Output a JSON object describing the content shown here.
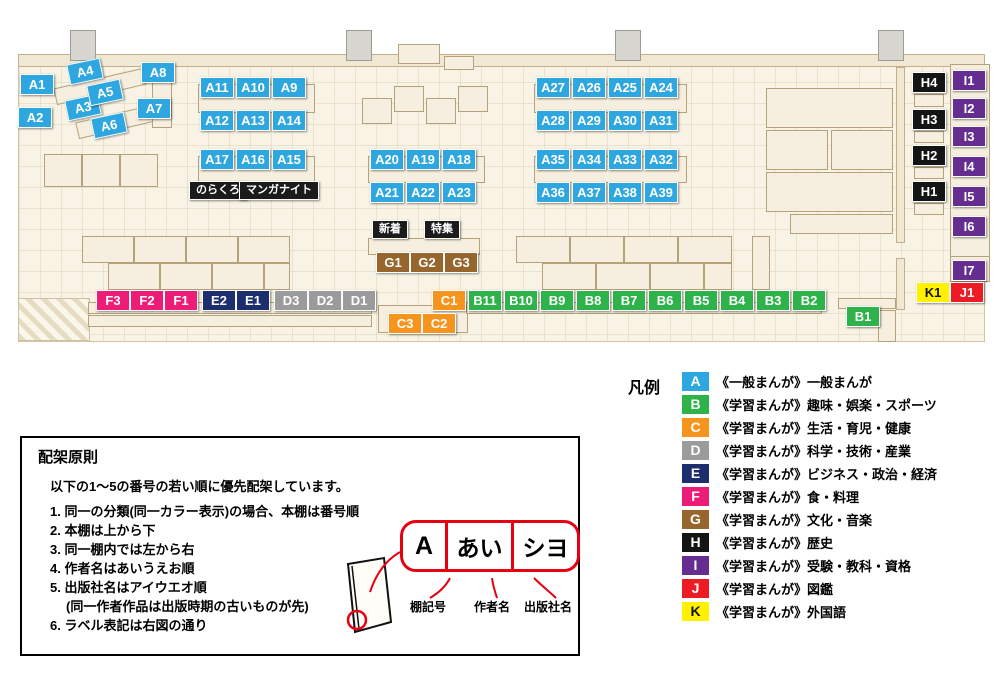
{
  "map": {
    "shelf_labels": {
      "A1": "A1",
      "A2": "A2",
      "A3": "A3",
      "A4": "A4",
      "A5": "A5",
      "A6": "A6",
      "A7": "A7",
      "A8": "A8",
      "A9": "A9",
      "A10": "A10",
      "A11": "A11",
      "A12": "A12",
      "A13": "A13",
      "A14": "A14",
      "A15": "A15",
      "A16": "A16",
      "A17": "A17",
      "A18": "A18",
      "A19": "A19",
      "A20": "A20",
      "A21": "A21",
      "A22": "A22",
      "A23": "A23",
      "A24": "A24",
      "A25": "A25",
      "A26": "A26",
      "A27": "A27",
      "A28": "A28",
      "A29": "A29",
      "A30": "A30",
      "A31": "A31",
      "A32": "A32",
      "A33": "A33",
      "A34": "A34",
      "A35": "A35",
      "A36": "A36",
      "A37": "A37",
      "A38": "A38",
      "A39": "A39",
      "B1": "B1",
      "B2": "B2",
      "B3": "B3",
      "B4": "B4",
      "B5": "B5",
      "B6": "B6",
      "B7": "B7",
      "B8": "B8",
      "B9": "B9",
      "B10": "B10",
      "B11": "B11",
      "C1": "C1",
      "C2": "C2",
      "C3": "C3",
      "D1": "D1",
      "D2": "D2",
      "D3": "D3",
      "E1": "E1",
      "E2": "E2",
      "F1": "F1",
      "F2": "F2",
      "F3": "F3",
      "G1": "G1",
      "G2": "G2",
      "G3": "G3",
      "H1": "H1",
      "H2": "H2",
      "H3": "H3",
      "H4": "H4",
      "I1": "I1",
      "I2": "I2",
      "I3": "I3",
      "I4": "I4",
      "I5": "I5",
      "I6": "I6",
      "I7": "I7",
      "J1": "J1",
      "K1": "K1"
    },
    "tags": {
      "norakuro": "のらくろ",
      "manga_night": "マンガナイト",
      "new_arrivals": "新着",
      "featured": "特集"
    }
  },
  "legend": {
    "title": "凡例",
    "items": [
      {
        "code": "A",
        "category": "《一般まんが》",
        "label": "一般まんが",
        "color": "#2ea7e0"
      },
      {
        "code": "B",
        "category": "《学習まんが》",
        "label": "趣味・娯楽・スポーツ",
        "color": "#2eb24a"
      },
      {
        "code": "C",
        "category": "《学習まんが》",
        "label": "生活・育児・健康",
        "color": "#f7941e"
      },
      {
        "code": "D",
        "category": "《学習まんが》",
        "label": "科学・技術・産業",
        "color": "#9b9b9b"
      },
      {
        "code": "E",
        "category": "《学習まんが》",
        "label": "ビジネス・政治・経済",
        "color": "#1d2e6e"
      },
      {
        "code": "F",
        "category": "《学習まんが》",
        "label": "食・料理",
        "color": "#ec1c77"
      },
      {
        "code": "G",
        "category": "《学習まんが》",
        "label": "文化・音楽",
        "color": "#96662d"
      },
      {
        "code": "H",
        "category": "《学習まんが》",
        "label": "歴史",
        "color": "#141414"
      },
      {
        "code": "I",
        "category": "《学習まんが》",
        "label": "受験・教科・資格",
        "color": "#662d91"
      },
      {
        "code": "J",
        "category": "《学習まんが》",
        "label": "図鑑",
        "color": "#ed1c24"
      },
      {
        "code": "K",
        "category": "《学習まんが》",
        "label": "外国語",
        "color": "#fff100"
      }
    ]
  },
  "principles": {
    "title": "配架原則",
    "intro": "以下の1〜5の番号の若い順に優先配架しています。",
    "rules": [
      "1. 同一の分類(同一カラー表示)の場合、本棚は番号順",
      "2. 本棚は上から下",
      "3. 同一棚内では左から右",
      "4. 作者名はあいうえお順",
      "5. 出版社名はアイウエオ順",
      "(同一作者作品は出版時期の古いものが先)",
      "6. ラベル表記は右図の通り"
    ],
    "label_example": {
      "shelf_code": "A",
      "author": "あい",
      "publisher": "シヨ"
    },
    "captions": [
      "棚記号",
      "作者名",
      "出版社名"
    ]
  }
}
